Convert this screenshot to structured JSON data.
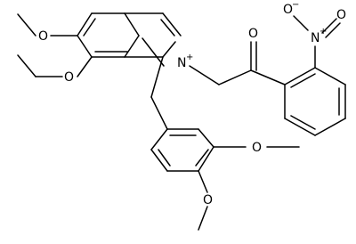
{
  "molecule": {
    "atom_labels": {
      "n_ring": "N",
      "n_charge": "+",
      "o_ketone": "O",
      "n_nitro": "N",
      "n_nitro_charge": "+",
      "o_nitro_a": "O",
      "o_nitro_a_charge": "−",
      "o_nitro_b": "O",
      "o_6_methoxy": "O",
      "o_7_methoxy": "O",
      "o_4p_methoxy": "O",
      "o_3p_methoxy": "O"
    }
  }
}
